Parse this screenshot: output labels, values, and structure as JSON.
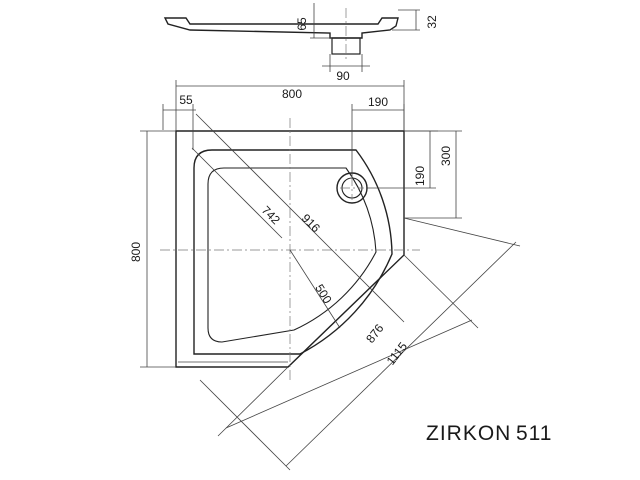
{
  "product": {
    "name": "ZIRKON",
    "model": "511"
  },
  "dimensions": {
    "profile_height": "65",
    "profile_rim": "32",
    "drain_diameter": "90",
    "rim_width": "55",
    "overall_width": "800",
    "drain_offset_x": "190",
    "corner_cut": "300",
    "drain_offset_y": "190",
    "overall_depth": "800",
    "inner_diagonal": "742",
    "outer_diagonal": "916",
    "radius": "500",
    "front_width": "876",
    "overall_diagonal": "1115"
  },
  "colors": {
    "line": "#222222",
    "background": "#ffffff"
  }
}
